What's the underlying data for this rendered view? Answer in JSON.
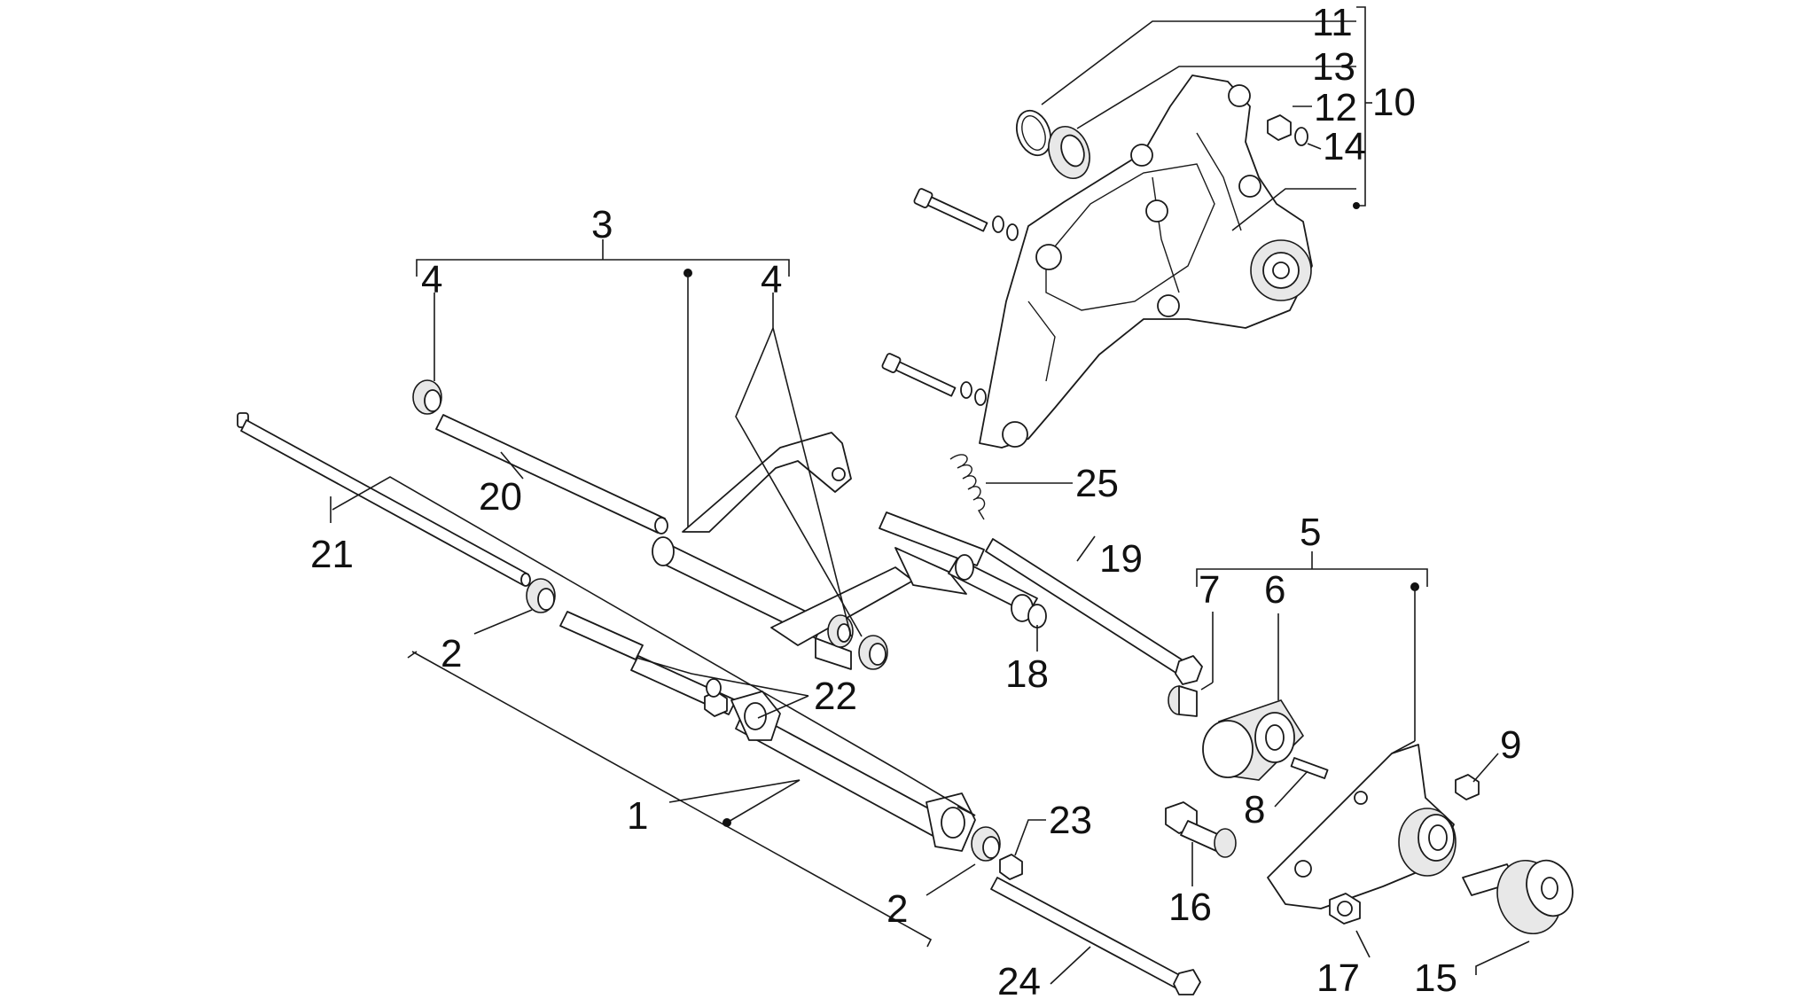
{
  "colors": {
    "line": "#1a1a1a",
    "background": "#ffffff",
    "label": "#111111"
  },
  "labels": {
    "l1": "1",
    "l2a": "2",
    "l2b": "2",
    "l3": "3",
    "l4a": "4",
    "l4b": "4",
    "l5": "5",
    "l6": "6",
    "l7": "7",
    "l8": "8",
    "l9": "9",
    "l10": "10",
    "l11": "11",
    "l12": "12",
    "l13": "13",
    "l14": "14",
    "l15": "15",
    "l16": "16",
    "l17": "17",
    "l18": "18",
    "l19": "19",
    "l20": "20",
    "l21": "21",
    "l22": "22",
    "l23": "23",
    "l24": "24",
    "l25": "25"
  }
}
